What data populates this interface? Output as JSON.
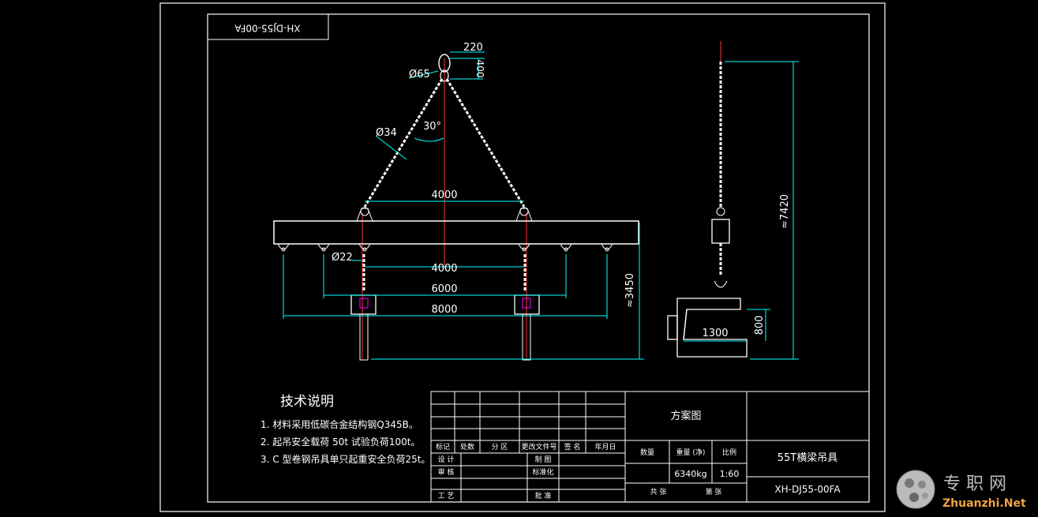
{
  "drawing_code_mirrored": "XH-DJ55-00FA",
  "dimensions": {
    "d220": "220",
    "d400": "400",
    "phi65": "Ø65",
    "phi34": "Ø34",
    "angle30": "30°",
    "top4000": "4000",
    "phi22": "Ø22",
    "mid4000": "4000",
    "d6000": "6000",
    "d8000": "8000",
    "h3450": "≈3450",
    "h7420": "≈7420",
    "d1300": "1300",
    "d800": "800"
  },
  "notes": {
    "title": "技术说明",
    "items": [
      "1. 材料采用低碳合金结构钢Q345B。",
      "2. 起吊安全载荷 50t  试验负荷100t。",
      "3. C 型卷钢吊具单只起重安全负荷25t。"
    ]
  },
  "title_block": {
    "scheme_label": "方案图",
    "product_name": "55T横梁吊具",
    "drawing_number": "XH-DJ55-00FA",
    "revision_headers": [
      "标记",
      "处数",
      "分 区",
      "更改文件号",
      "签 名",
      "年月日"
    ],
    "left_rows": [
      {
        "a": "设 计",
        "b": "制 图"
      },
      {
        "a": "审 核",
        "b": "标准化"
      },
      {
        "a": "工 艺",
        "b": "批 准"
      }
    ],
    "qty_label": "数量",
    "weight_label": "重量 (净)",
    "scale_label": "比例",
    "weight_value": "6340kg",
    "scale_value": "1:60",
    "sheets_total": "共  张",
    "sheet_no": "第  张"
  },
  "watermark": {
    "cn": "专 职 网",
    "en": "Zhuanzhi.Net"
  },
  "colors": {
    "bg": "#000000",
    "outline": "#ffffff",
    "dimension": "#00ffff",
    "centerline": "#ff0000",
    "chain": "#ffffff",
    "accent": "#ff00ff"
  }
}
